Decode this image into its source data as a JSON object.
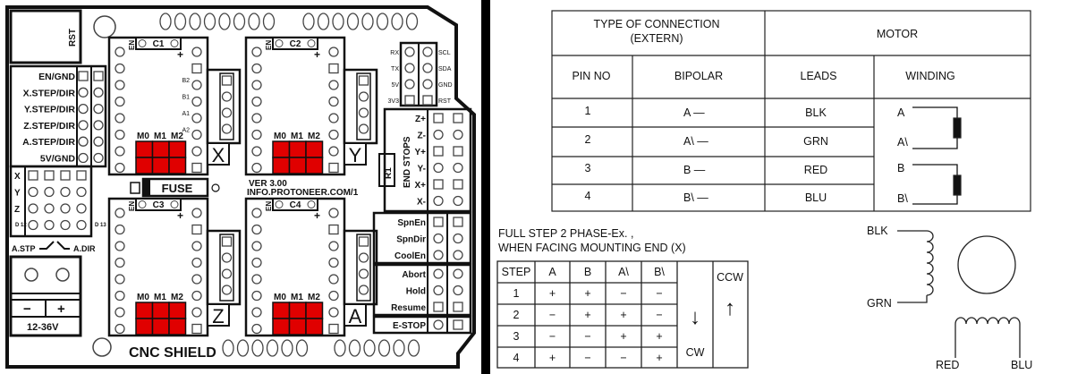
{
  "board": {
    "title": "CNC SHIELD",
    "version": "VER 3.00",
    "url": "INFO.PROTONEER.COM/1",
    "rst": "RST",
    "fuse": "FUSE",
    "r1": "R1",
    "left_labels": [
      "EN/GND",
      "X.STEP/DIR",
      "Y.STEP/DIR",
      "Z.STEP/DIR",
      "A.STEP/DIR",
      "5V/GND"
    ],
    "axis_rows": [
      "X",
      "Y",
      "Z"
    ],
    "d12": "D 12",
    "d13": "D 13",
    "a_stp": "A.STP",
    "a_dir": "A.DIR",
    "power": {
      "minus": "−",
      "plus": "+",
      "voltage": "12-36V"
    },
    "drivers": [
      {
        "axis": "X",
        "cap": "C1"
      },
      {
        "axis": "Y",
        "cap": "C2"
      },
      {
        "axis": "Z",
        "cap": "C3"
      },
      {
        "axis": "A",
        "cap": "C4"
      }
    ],
    "en": "EN",
    "cap_plus": "+",
    "microstep": [
      "M0",
      "M1",
      "M2"
    ],
    "coil_pins": [
      "B2",
      "B1",
      "A1",
      "A2"
    ],
    "serial_left": [
      "RX",
      "TX",
      "5V",
      "3V3"
    ],
    "serial_right": [
      "SCL",
      "SDA",
      "GND",
      "RST"
    ],
    "end_stops_title": "END STOPS",
    "end_stops": [
      "Z+",
      "Z-",
      "Y+",
      "Y-",
      "X+",
      "X-"
    ],
    "spindle": [
      "SpnEn",
      "SpnDir",
      "CoolEn"
    ],
    "control": [
      "Abort",
      "Hold",
      "Resume"
    ],
    "estop": "E-STOP",
    "jumper_color": "#e00000"
  },
  "connection_table": {
    "type_header": "TYPE OF CONNECTION",
    "type_sub": "(EXTERN)",
    "motor_header": "MOTOR",
    "col_pin": "PIN NO",
    "col_bipolar": "BIPOLAR",
    "col_leads": "LEADS",
    "col_winding": "WINDING",
    "rows": [
      {
        "pin": "1",
        "bipolar": "A —",
        "lead": "BLK"
      },
      {
        "pin": "2",
        "bipolar": "A\\ —",
        "lead": "GRN"
      },
      {
        "pin": "3",
        "bipolar": "B —",
        "lead": "RED"
      },
      {
        "pin": "4",
        "bipolar": "B\\ —",
        "lead": "BLU"
      }
    ],
    "winding_labels": [
      "A",
      "A\\",
      "B",
      "B\\"
    ]
  },
  "step_table": {
    "caption1": "FULL STEP  2 PHASE-Ex. ,",
    "caption2": "WHEN FACING MOUNTING END (X)",
    "headers": [
      "STEP",
      "A",
      "B",
      "A\\",
      "B\\"
    ],
    "rows": [
      [
        "1",
        "+",
        "+",
        "−",
        "−"
      ],
      [
        "2",
        "−",
        "+",
        "+",
        "−"
      ],
      [
        "3",
        "−",
        "−",
        "+",
        "+"
      ],
      [
        "4",
        "+",
        "−",
        "−",
        "+"
      ]
    ],
    "cw": "CW",
    "ccw": "CCW",
    "cw_arrow": "↓",
    "ccw_arrow": "↑"
  },
  "motor_diagram": {
    "blk": "BLK",
    "grn": "GRN",
    "red": "RED",
    "blu": "BLU"
  }
}
